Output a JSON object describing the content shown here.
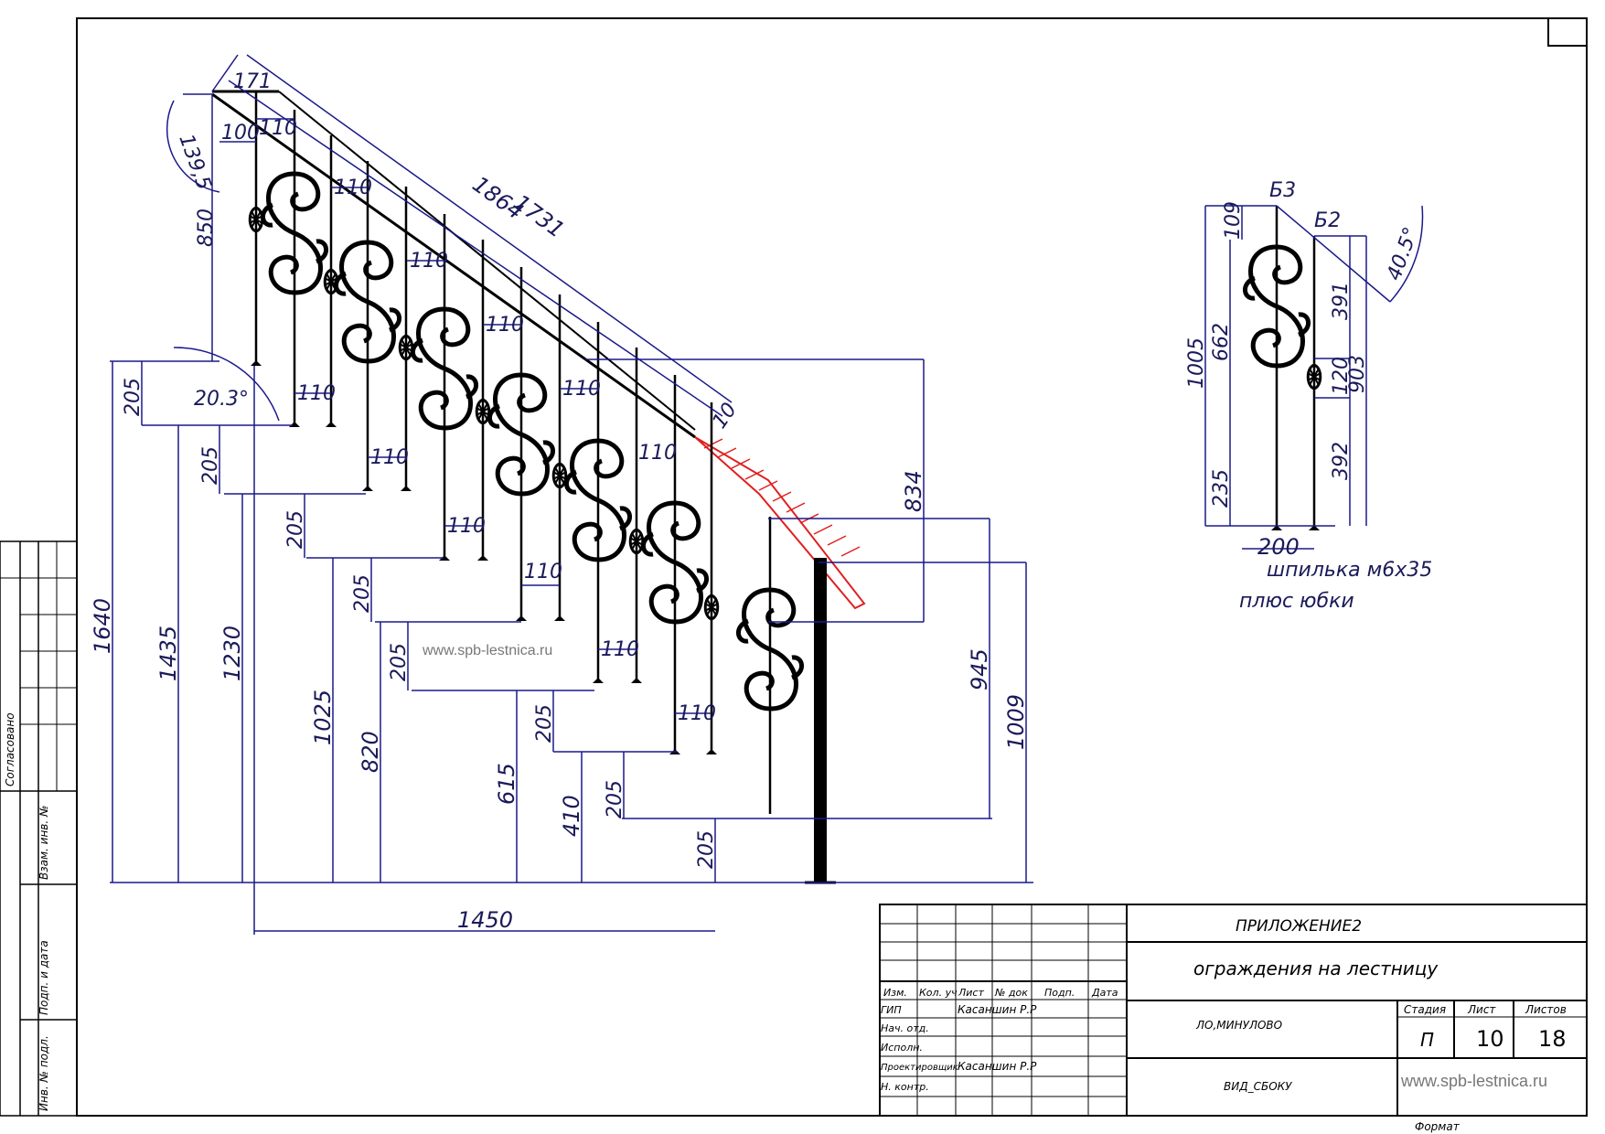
{
  "drawing": {
    "watermark": "www.spb-lestnica.ru",
    "main_dims": {
      "d171": "171",
      "d139": "139,5",
      "d100": "100",
      "d110": "110",
      "d850": "850",
      "d1731": "1731",
      "d1864": "1864",
      "d20": "20.3°",
      "d205": "205",
      "d834": "834",
      "d945": "945",
      "d1009": "1009",
      "d1640": "1640",
      "d1435": "1435",
      "d1230": "1230",
      "d1025": "1025",
      "d820": "820",
      "d615": "615",
      "d410": "410",
      "d1450": "1450",
      "d10": "10"
    },
    "detail": {
      "b3": "Б3",
      "b2": "Б2",
      "angle": "40.5°",
      "d1005": "1005",
      "d662": "662",
      "d109": "109",
      "d235": "235",
      "d391": "391",
      "d120": "120",
      "d903": "903",
      "d392": "392",
      "d200": "200",
      "note1": "шпилька м6х35",
      "note2": "плюс юбки"
    }
  },
  "side_stamp": {
    "approved": "Согласовано",
    "inv_repl": "Взам. инв. №",
    "sign_date": "Подп. и дата",
    "inv_orig": "Инв. № подл."
  },
  "title_block": {
    "headers": [
      "Изм.",
      "Кол. уч",
      "Лист",
      "№ док",
      "Подп.",
      "Дата"
    ],
    "roles": [
      "ГИП",
      "Нач. отд.",
      "Исполн.",
      "Проектировщик",
      "Н. контр."
    ],
    "names": [
      "Касаншин Р.Р",
      "",
      "",
      "Касаншин Р.Р",
      ""
    ],
    "appendix": "ПРИЛОЖЕНИЕ2",
    "description": "ограждения на лестницу",
    "location": "ЛО,МИНУЛОВО",
    "view": "ВИД_СБОКУ",
    "stage_label": "Стадия",
    "sheet_label": "Лист",
    "sheets_label": "Листов",
    "stage": "П",
    "sheet": "10",
    "sheets": "18",
    "site": "www.spb-lestnica.ru",
    "format_label": "Формат"
  }
}
